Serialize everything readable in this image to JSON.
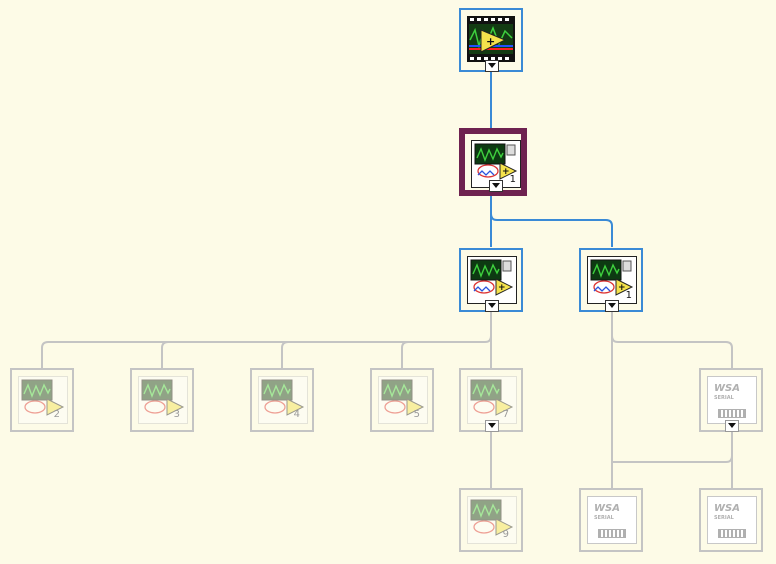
{
  "nodes": {
    "chassis": {
      "label": ""
    },
    "controller": {
      "label": "1"
    },
    "switch_left": {
      "label": ""
    },
    "switch_right": {
      "label": "1"
    },
    "scope_2": {
      "label": "2"
    },
    "scope_3": {
      "label": "3"
    },
    "scope_4": {
      "label": "4"
    },
    "scope_5": {
      "label": "5"
    },
    "scope_7": {
      "label": "7"
    },
    "scope_9": {
      "label": "9"
    },
    "wsa_1": {
      "title": "WSA",
      "sub": "SERIAL"
    },
    "wsa_2": {
      "title": "WSA",
      "sub": "SERIAL"
    },
    "wsa_3": {
      "title": "WSA",
      "sub": "SERIAL"
    }
  },
  "colors": {
    "background": "#fdfbe7",
    "active_wire": "#3a8ad6",
    "inactive_wire": "#c4c4c4",
    "selected_border": "#6e2250"
  }
}
